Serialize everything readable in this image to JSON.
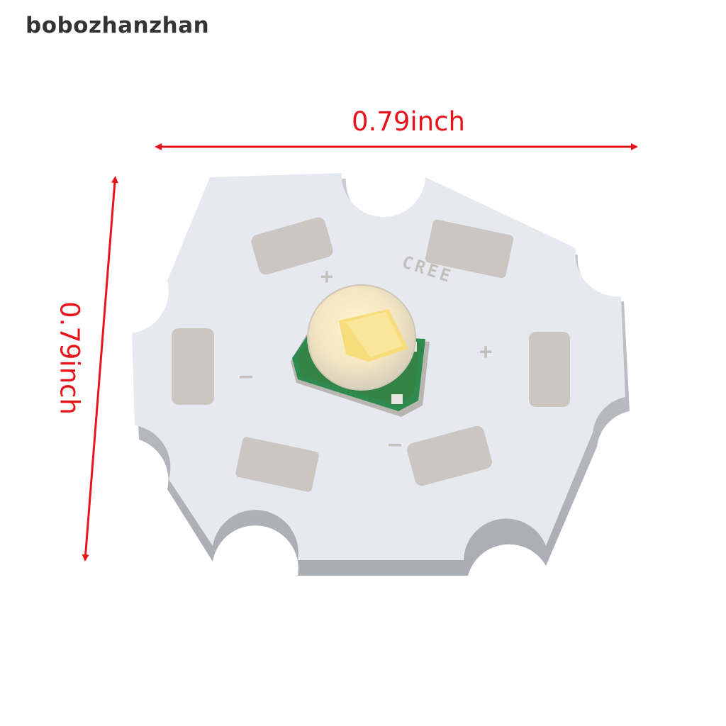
{
  "watermark": "bobozhanzhan",
  "dimensions": {
    "width_label": "0.79inch",
    "height_label": "0.79inch",
    "arrow_color": "#e8141b"
  },
  "product": {
    "description": "Star-shaped aluminium LED PCB with CREE XM-L LED",
    "board_marking": "CREE",
    "polarity_marks": [
      "+",
      "+",
      "-",
      "-"
    ],
    "colors": {
      "board_face": "#e6e9f0",
      "board_edge": "#b9bcc2",
      "solder_pad": "#cbc6c2",
      "led_substrate": "#2e8a4e",
      "led_die": "#f3dd8a",
      "led_dome": "#efe6d0"
    }
  }
}
